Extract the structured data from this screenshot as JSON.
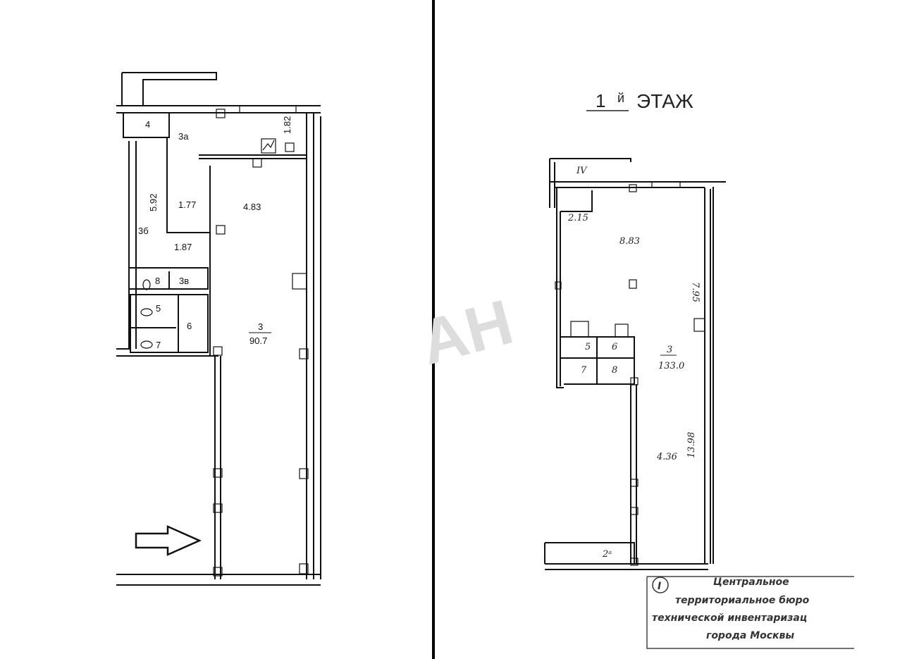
{
  "left_plan": {
    "rooms": {
      "r4": "4",
      "r3a": "3а",
      "dim_182": "1.82",
      "dim_592": "5.92",
      "dim_177": "1.77",
      "dim_483": "4.83",
      "r3b": "3б",
      "dim_187": "1.87",
      "r8": "8",
      "r3v": "3в",
      "r5": "5",
      "r6": "6",
      "r7": "7",
      "r3": "3",
      "area3": "90.7"
    }
  },
  "right_plan": {
    "floor_number": "1",
    "floor_suffix": "й",
    "floor_word": "ЭТАЖ",
    "rooms": {
      "rIV": "IV",
      "dim_215": "2.15",
      "dim_883": "8.83",
      "dim_795": "7.95",
      "r5": "5",
      "r6": "6",
      "r7": "7",
      "r8": "8",
      "r3": "3",
      "area3": "133.0",
      "dim_436": "4.36",
      "dim_1398": "13.98",
      "r2": "2ᵃ"
    },
    "stamp": {
      "number": "I",
      "lines": [
        "Центральное",
        "территориальное бюро",
        "технической инвентаризац",
        "города Москвы"
      ]
    }
  },
  "watermark": "АН"
}
